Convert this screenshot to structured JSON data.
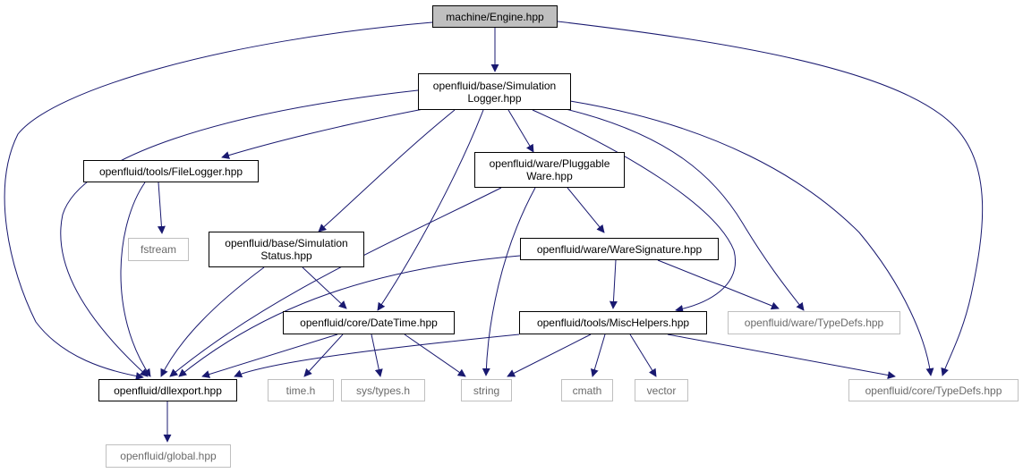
{
  "colors": {
    "edge": "#191970",
    "node_border": "#000000",
    "external_border": "#bfbfbf",
    "external_text": "#6a6a6a",
    "root_fill": "#bfbfbf"
  },
  "nodes": {
    "engine": {
      "lines": [
        "machine/Engine.hpp"
      ]
    },
    "simlogger": {
      "lines": [
        "openfluid/base/Simulation",
        "Logger.hpp"
      ]
    },
    "filelogger": {
      "lines": [
        "openfluid/tools/FileLogger.hpp"
      ]
    },
    "pluggable": {
      "lines": [
        "openfluid/ware/Pluggable",
        "Ware.hpp"
      ]
    },
    "fstream": {
      "lines": [
        "fstream"
      ]
    },
    "simstatus": {
      "lines": [
        "openfluid/base/Simulation",
        "Status.hpp"
      ]
    },
    "waresig": {
      "lines": [
        "openfluid/ware/WareSignature.hpp"
      ]
    },
    "datetime": {
      "lines": [
        "openfluid/core/DateTime.hpp"
      ]
    },
    "mischelpers": {
      "lines": [
        "openfluid/tools/MiscHelpers.hpp"
      ]
    },
    "waretypedefs": {
      "lines": [
        "openfluid/ware/TypeDefs.hpp"
      ]
    },
    "dllexport": {
      "lines": [
        "openfluid/dllexport.hpp"
      ]
    },
    "timeh": {
      "lines": [
        "time.h"
      ]
    },
    "systypes": {
      "lines": [
        "sys/types.h"
      ]
    },
    "string": {
      "lines": [
        "string"
      ]
    },
    "cmath": {
      "lines": [
        "cmath"
      ]
    },
    "vector": {
      "lines": [
        "vector"
      ]
    },
    "coretypedefs": {
      "lines": [
        "openfluid/core/TypeDefs.hpp"
      ]
    },
    "global": {
      "lines": [
        "openfluid/global.hpp"
      ]
    }
  }
}
